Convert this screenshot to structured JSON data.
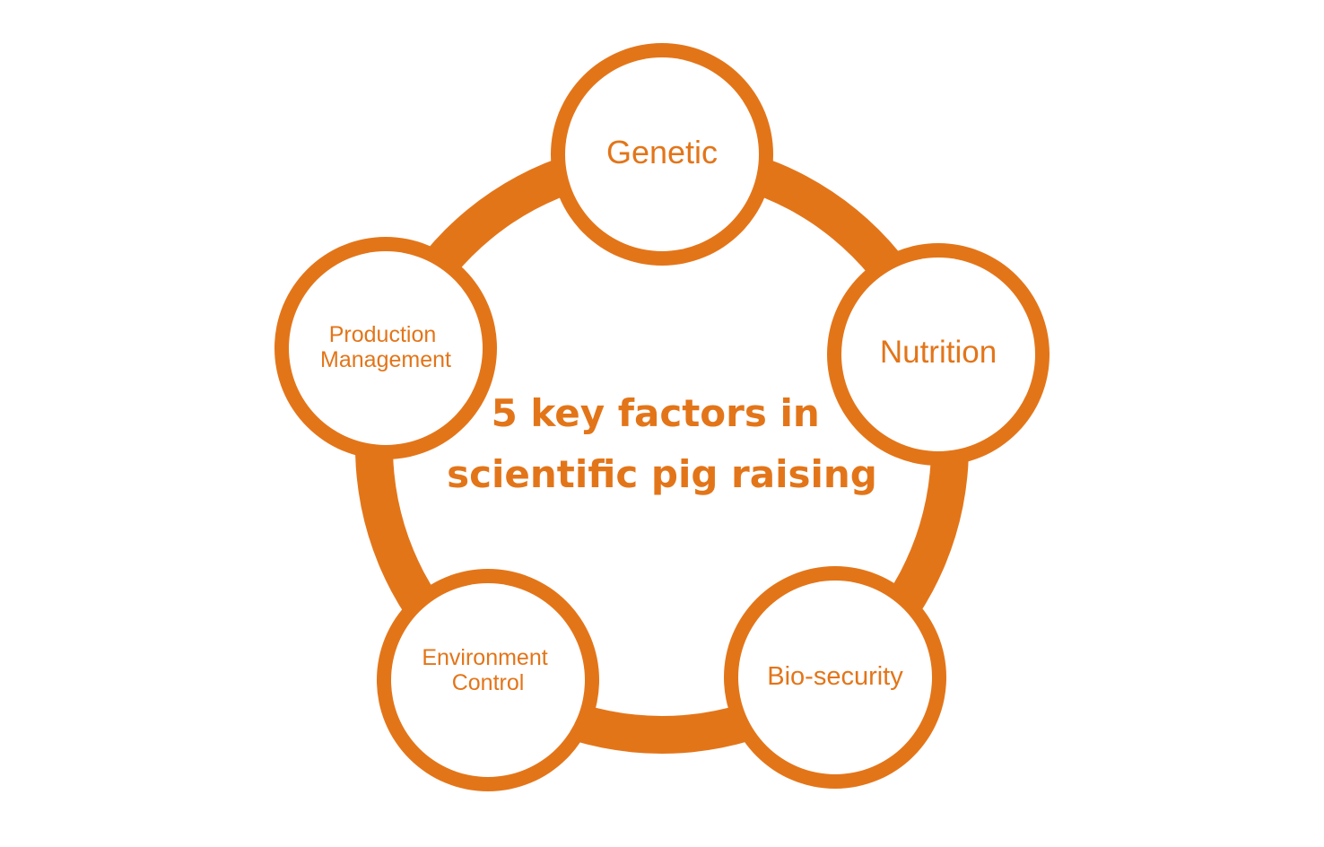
{
  "colors": {
    "accent": "#E37519",
    "background": "#FFFFFF"
  },
  "center": {
    "line1": "5 key factors in",
    "line2": "scientific pig raising"
  },
  "factors": [
    {
      "id": "genetic",
      "lines": [
        "Genetic"
      ]
    },
    {
      "id": "nutrition",
      "lines": [
        "Nutrition"
      ]
    },
    {
      "id": "bio-security",
      "lines": [
        "Bio-security"
      ]
    },
    {
      "id": "environment-control",
      "lines": [
        "Environment",
        "Control"
      ]
    },
    {
      "id": "production-management",
      "lines": [
        "Production",
        "Management"
      ]
    }
  ]
}
